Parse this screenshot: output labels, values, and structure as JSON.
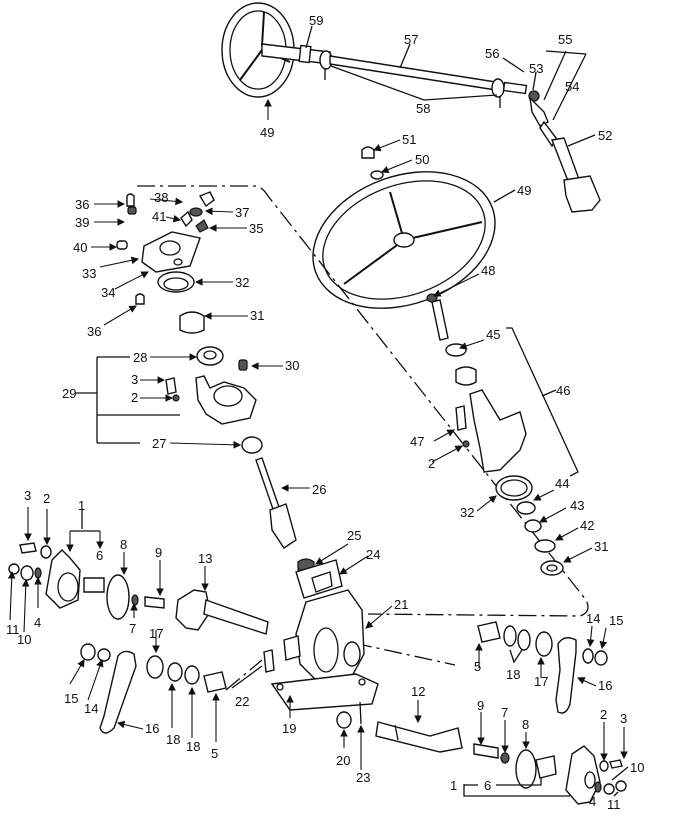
{
  "figure": {
    "description": "Exploded parts diagram - steering gear assembly",
    "line_color": "#111111",
    "background": "#ffffff"
  },
  "callouts": {
    "c49a": "49",
    "c59": "59",
    "c57": "57",
    "c58": "58",
    "c56": "56",
    "c53": "53",
    "c55": "55",
    "c54": "54",
    "c52": "52",
    "c51": "51",
    "c50": "50",
    "c49b": "49",
    "c48": "48",
    "c38": "38",
    "c36a": "36",
    "c39": "39",
    "c41": "41",
    "c37": "37",
    "c35": "35",
    "c40": "40",
    "c33": "33",
    "c34": "34",
    "c32a": "32",
    "c36b": "36",
    "c31a": "31",
    "c28": "28",
    "c30": "30",
    "c29": "29",
    "c3a": "3",
    "c2a": "2",
    "c27": "27",
    "c26": "26",
    "c45": "45",
    "c46": "46",
    "c47": "47",
    "c2b": "2",
    "c32b": "32",
    "c44": "44",
    "c43": "43",
    "c42": "42",
    "c31b": "31",
    "c3b": "3",
    "c2c": "2",
    "c1a": "1",
    "c6a": "6",
    "c8a": "8",
    "c9a": "9",
    "c13": "13",
    "c11a": "11",
    "c10a": "10",
    "c4a": "4",
    "c7a": "7",
    "c17a": "17",
    "c25": "25",
    "c24": "24",
    "c21": "21",
    "c15a": "15",
    "c14a": "14",
    "c16a": "16",
    "c18a": "18",
    "c18b": "18",
    "c5a": "5",
    "c22": "22",
    "c19": "19",
    "c20": "20",
    "c23": "23",
    "c5b": "5",
    "c18c": "18",
    "c17b": "17",
    "c14b": "14",
    "c15b": "15",
    "c16b": "16",
    "c12": "12",
    "c9b": "9",
    "c7b": "7",
    "c8b": "8",
    "c2d": "2",
    "c3c": "3",
    "c10b": "10",
    "c1b": "1",
    "c6b": "6",
    "c4b": "4",
    "c11b": "11"
  }
}
